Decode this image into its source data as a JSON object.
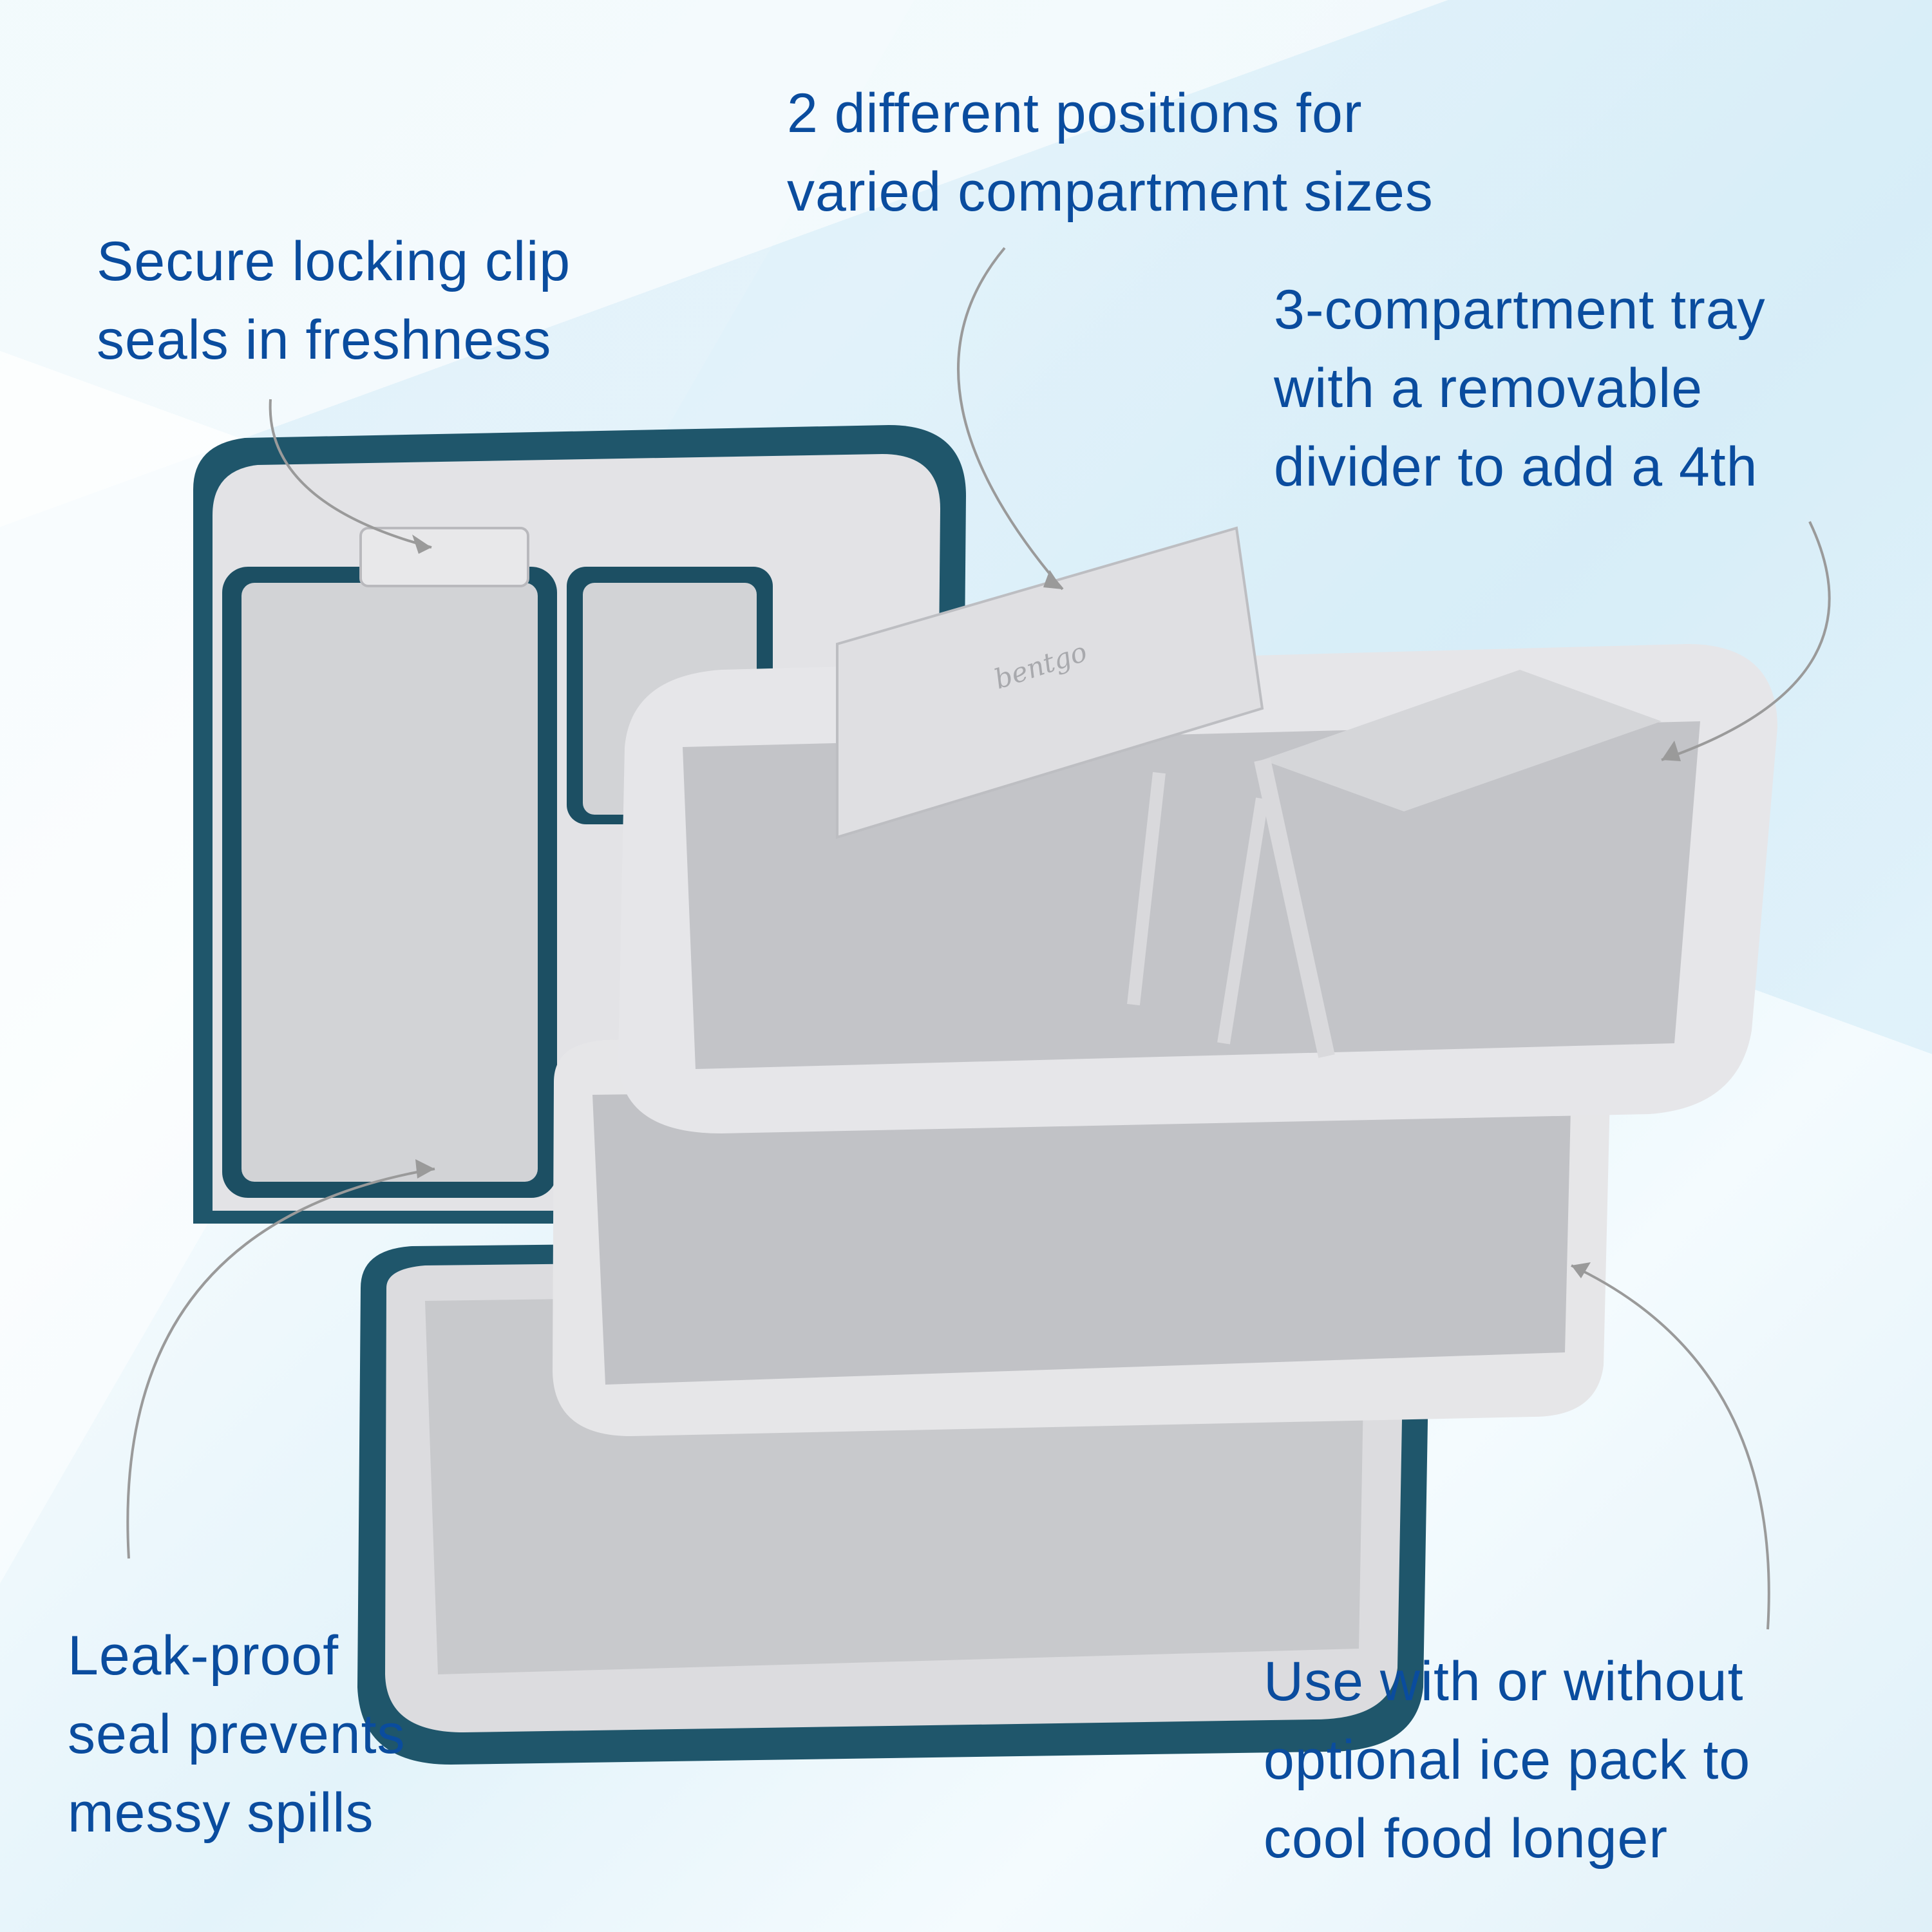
{
  "product": {
    "brand_embossed": "bentgo",
    "colors": {
      "shell": "#1f566b",
      "tray": "#c9cacd",
      "tray_light": "#e4e4e7",
      "callout_text": "#0a4c9e",
      "leader_line": "#9a9a9a"
    }
  },
  "callouts": [
    {
      "id": "clip",
      "lines": [
        "Secure locking clip",
        "seals in freshness"
      ]
    },
    {
      "id": "positions",
      "lines": [
        "2 different positions for",
        "varied compartment sizes"
      ]
    },
    {
      "id": "tray",
      "lines": [
        "3-compartment tray",
        "with a removable",
        "divider to add a 4th"
      ]
    },
    {
      "id": "seal",
      "lines": [
        "Leak-proof",
        "seal prevents",
        "messy spills"
      ]
    },
    {
      "id": "icepack",
      "lines": [
        "Use with or without",
        "optional ice pack to",
        "cool food longer"
      ]
    }
  ]
}
